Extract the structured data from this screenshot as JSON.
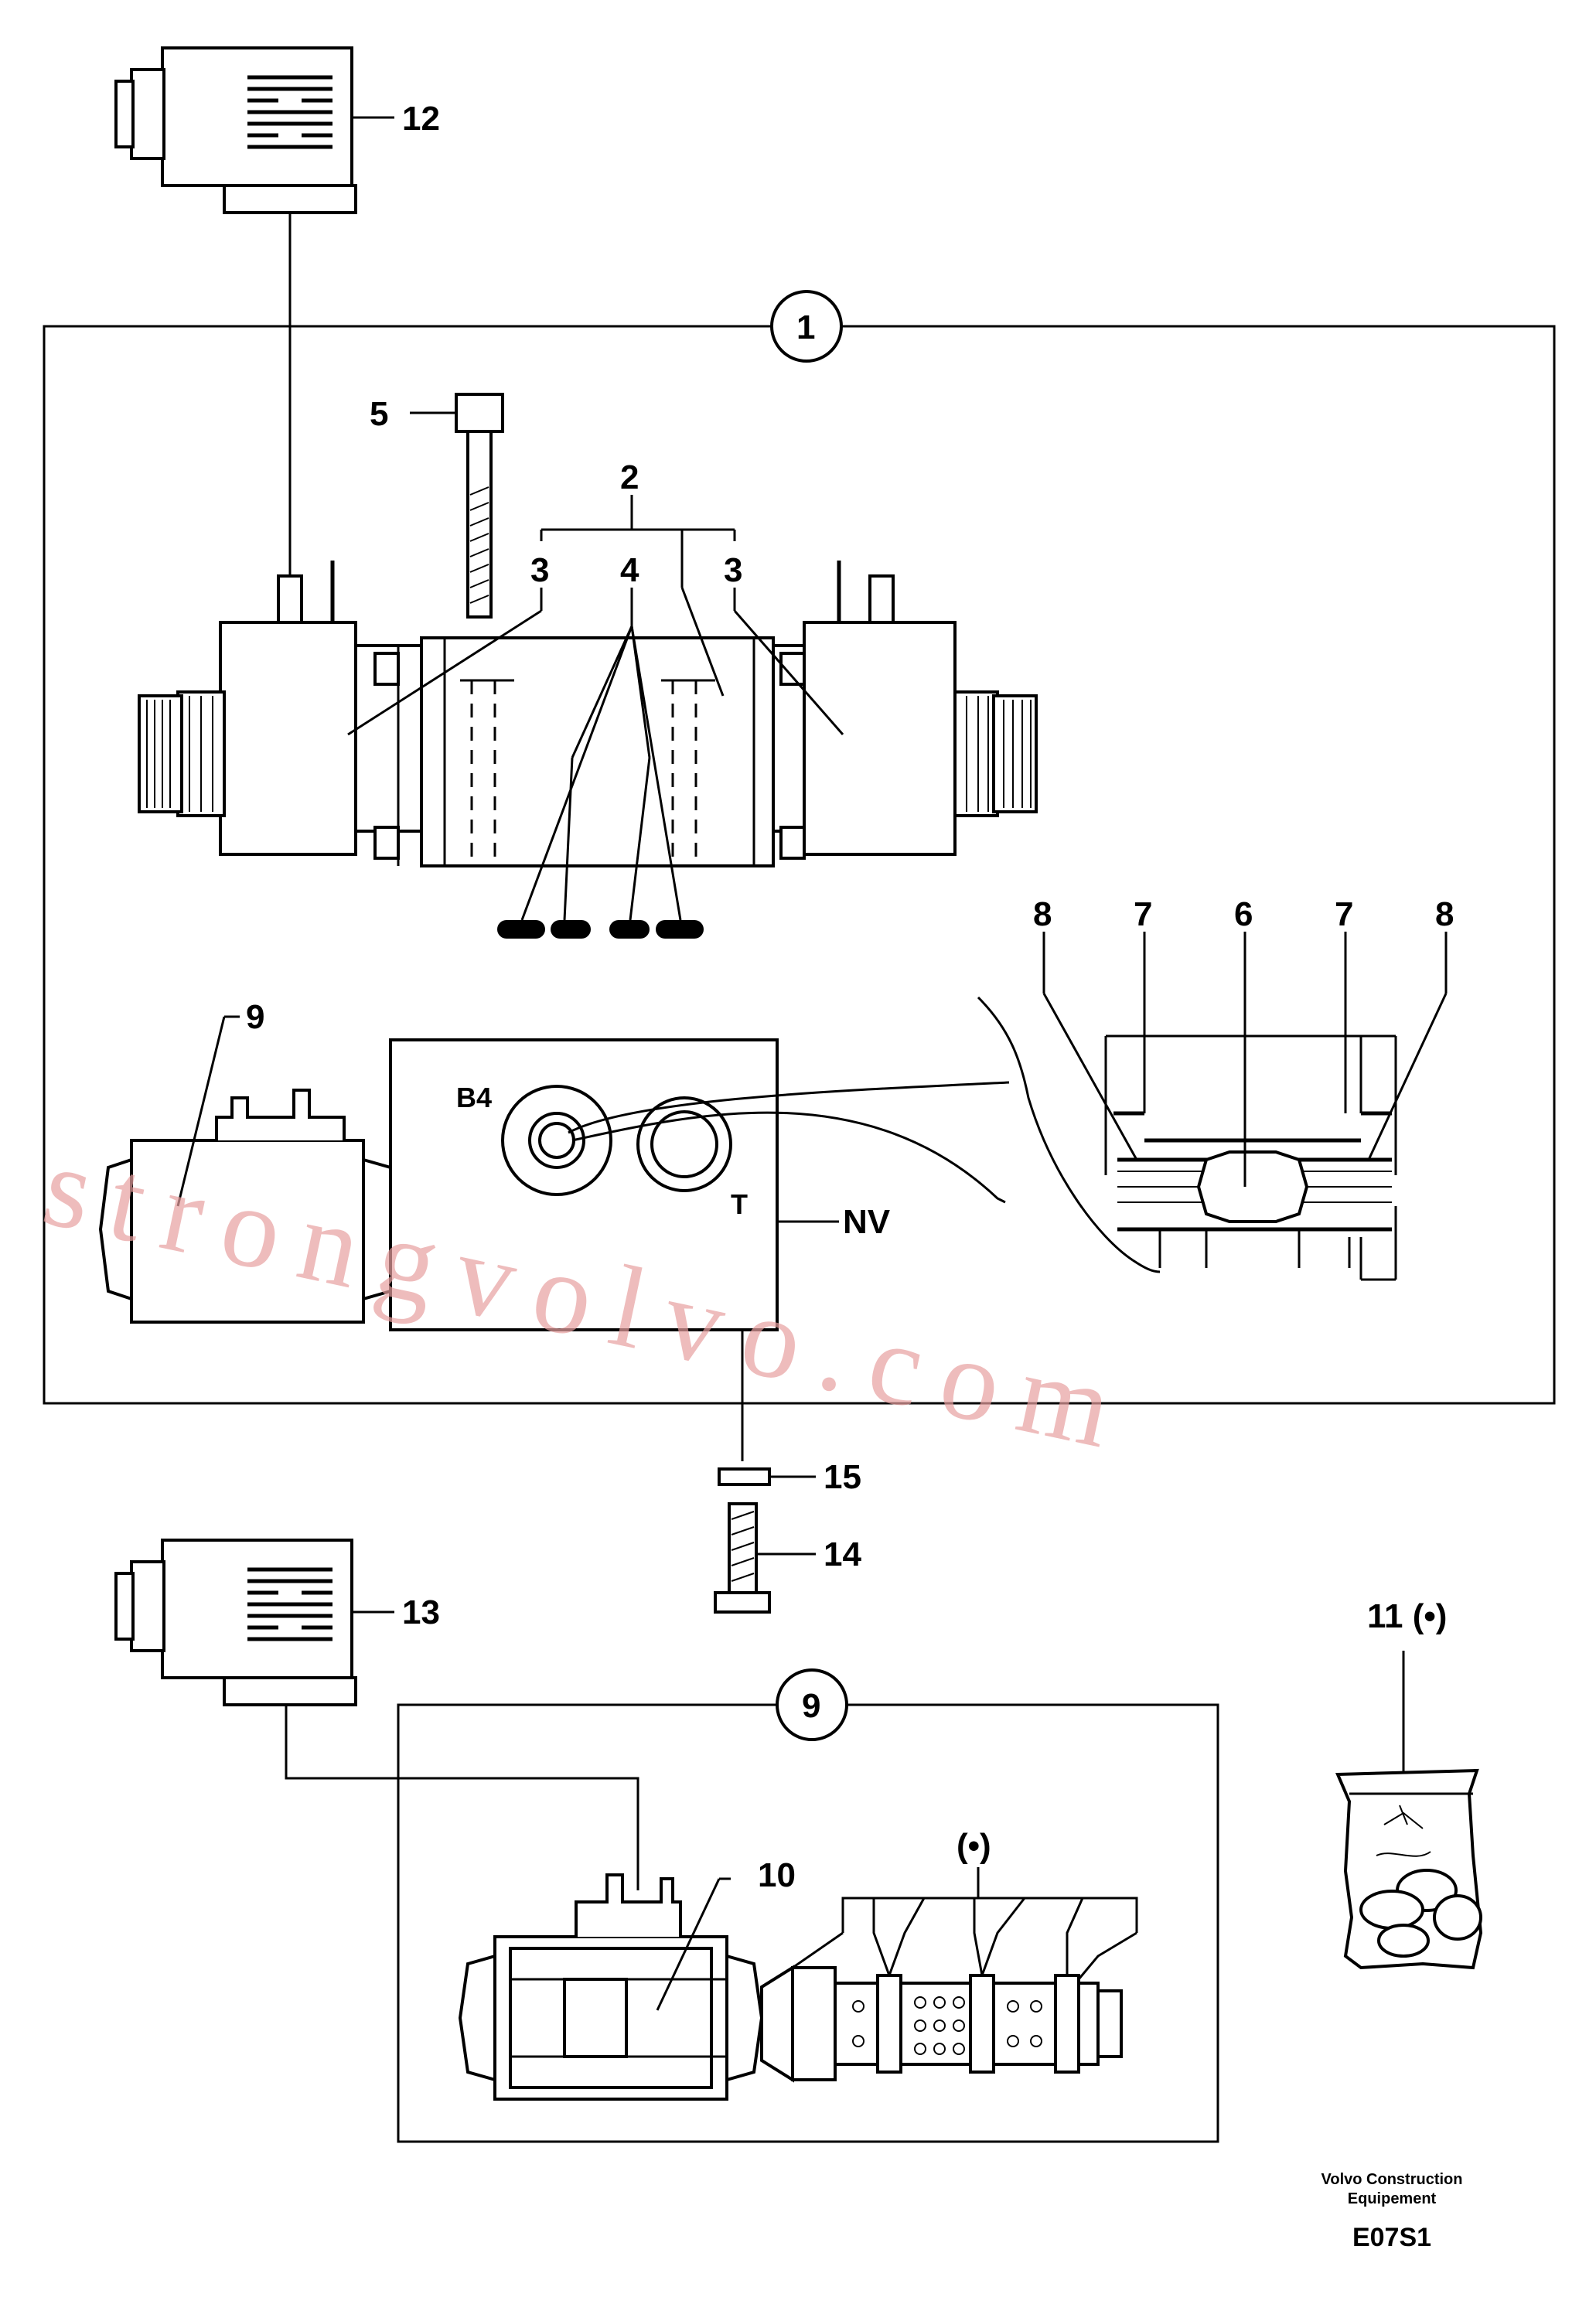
{
  "labels": {
    "assy_main": "1",
    "assy_sub": "9",
    "p2": "2",
    "p3_left": "3",
    "p3_right": "3",
    "p4": "4",
    "p5": "5",
    "p6": "6",
    "p7_left": "7",
    "p7_right": "7",
    "p8_left": "8",
    "p8_right": "8",
    "p9": "9",
    "p10": "10",
    "p11": "11 (•)",
    "p12": "12",
    "p13": "13",
    "p14": "14",
    "p15": "15",
    "seal_kit": "(•)",
    "port_b4": "B4",
    "port_t": "T",
    "nv": "NV"
  },
  "watermark": "strongvolvo.com",
  "footer": {
    "line1": "Volvo Construction",
    "line2": "Equipement",
    "code": "E07S1"
  },
  "colors": {
    "line": "#000000",
    "watermark": "#e8a0a0",
    "background": "#ffffff"
  }
}
